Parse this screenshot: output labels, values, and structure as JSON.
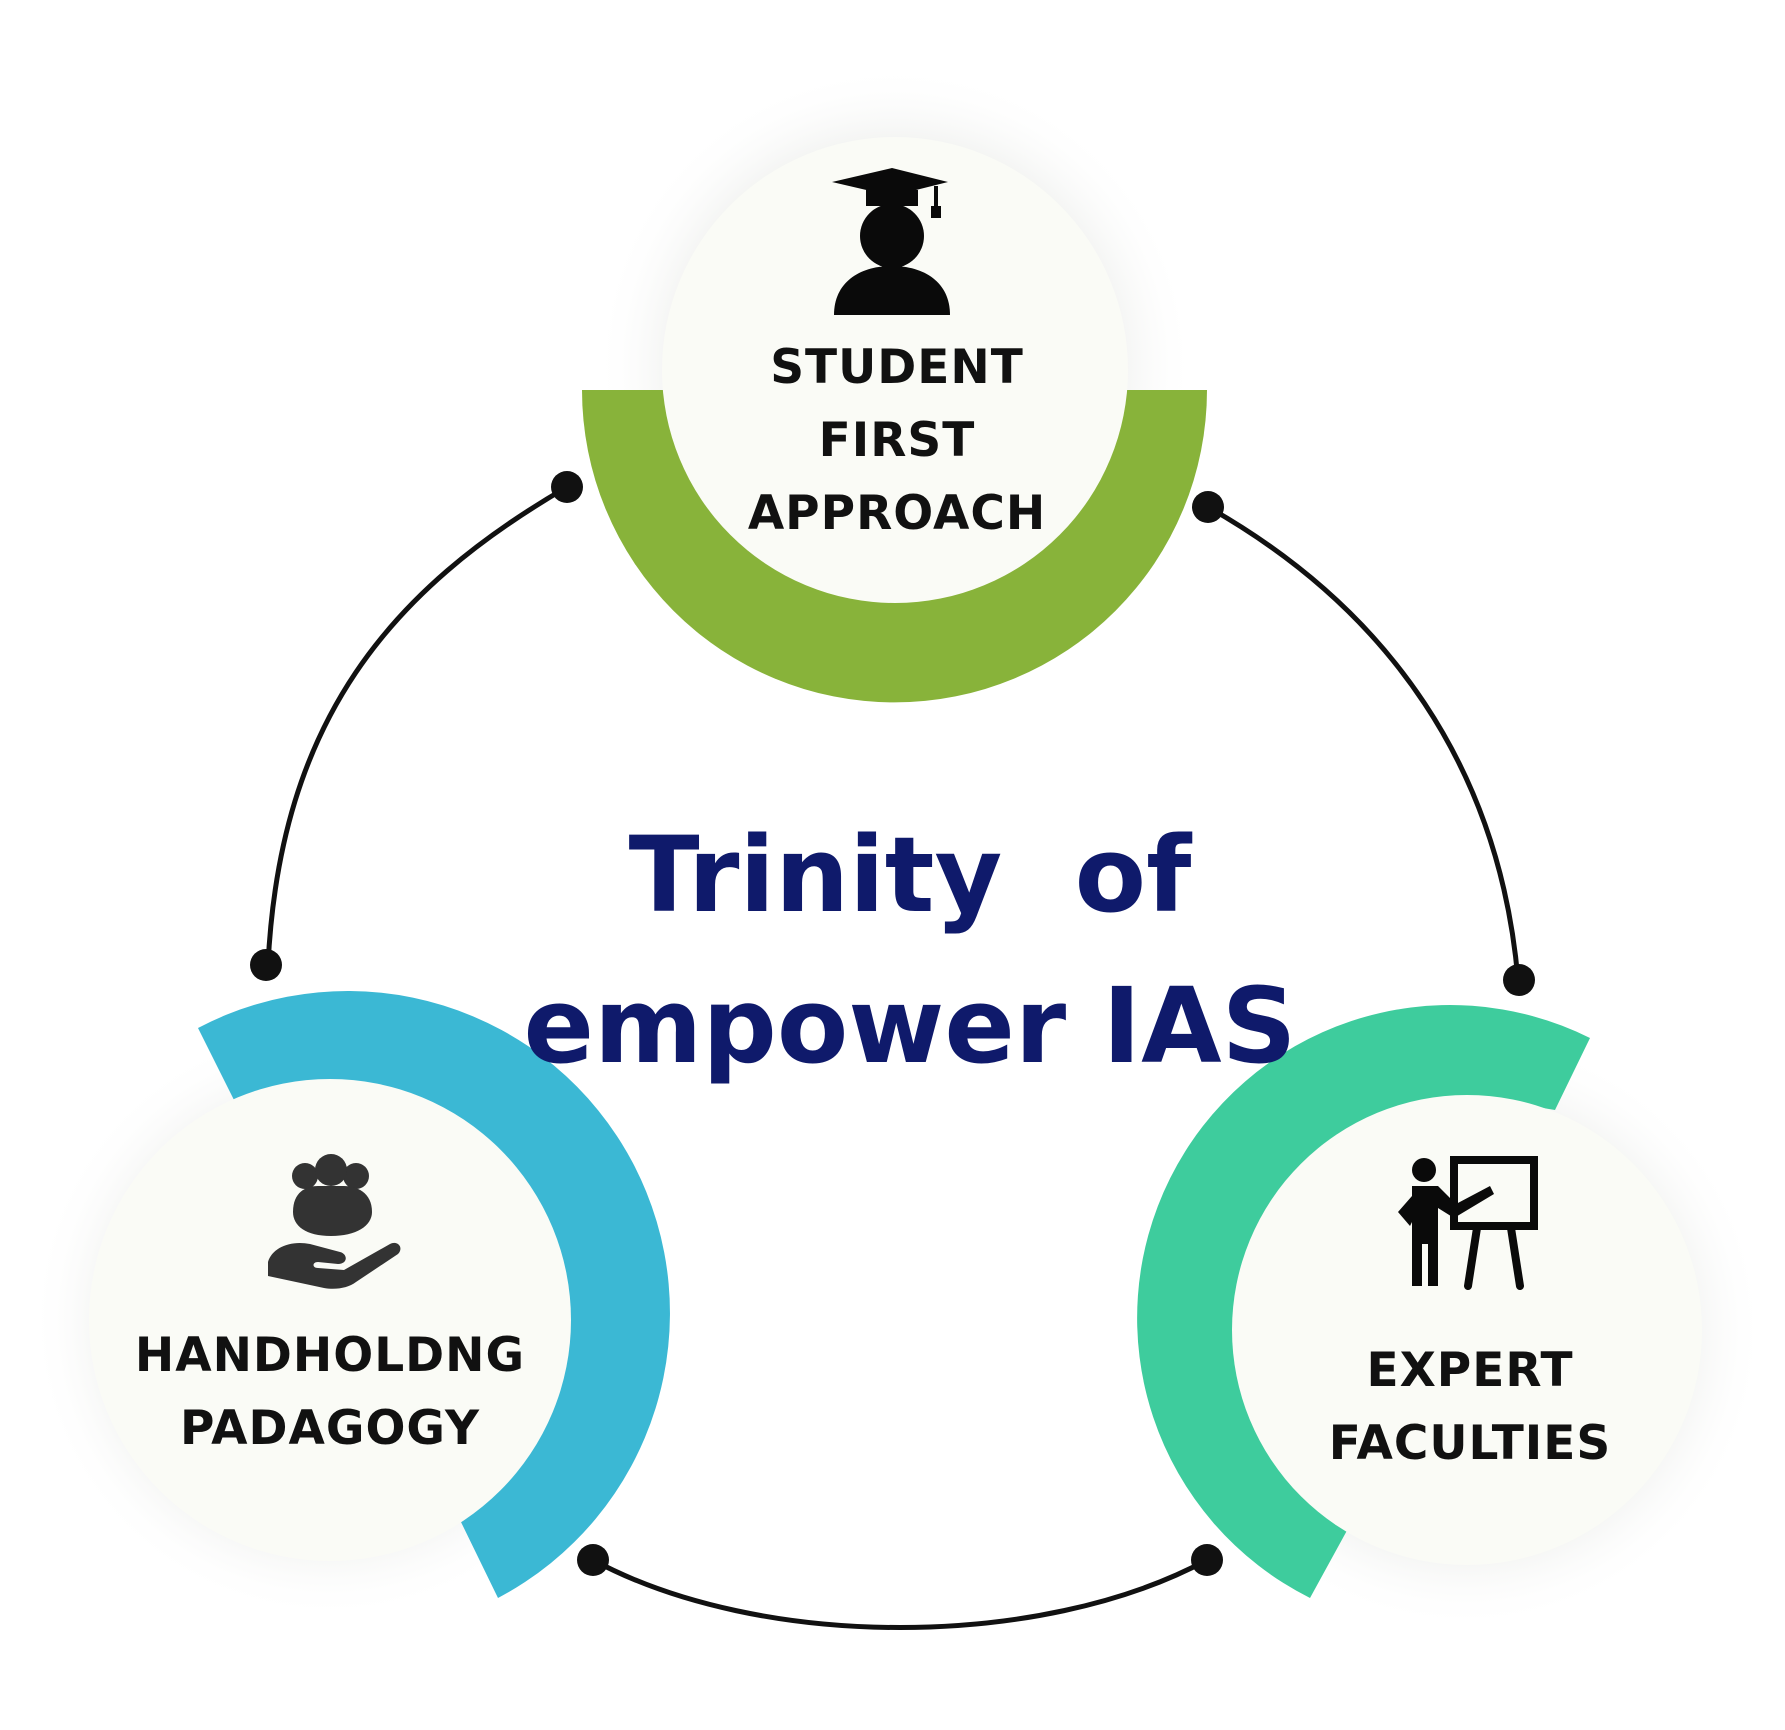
{
  "title": {
    "line1": "Trinity  of",
    "line2": "empower IAS"
  },
  "nodes": {
    "top": {
      "line1": "STUDENT",
      "line2": "FIRST",
      "line3": "APPROACH",
      "icon": "graduate-student-icon",
      "accent": "#88b33a"
    },
    "left": {
      "line1": "HANDHOLDNG",
      "line2": "PADAGOGY",
      "icon": "hand-holding-people-icon",
      "accent": "#3bb8d4"
    },
    "right": {
      "line1": "EXPERT",
      "line2": "FACULTIES",
      "icon": "teacher-board-icon",
      "accent": "#3ecc9d"
    }
  },
  "colors": {
    "title": "#0f1a6b",
    "circle_fill": "#fafbf6",
    "connector": "#111111"
  }
}
